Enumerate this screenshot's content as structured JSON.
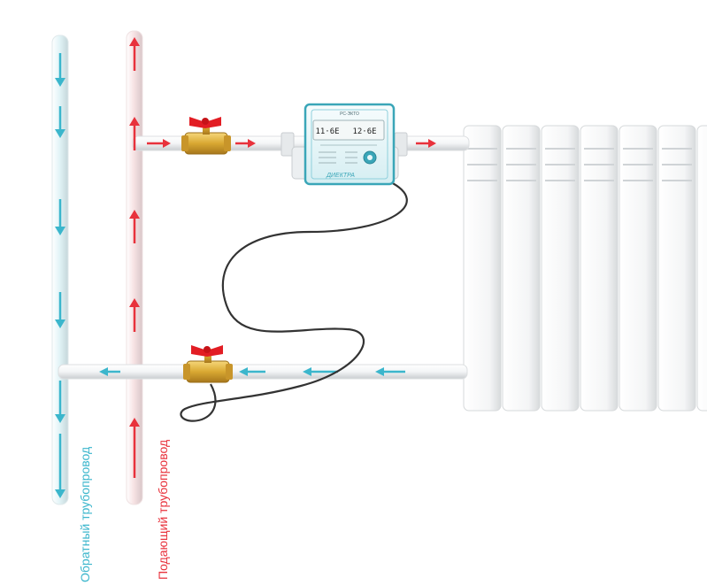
{
  "labels": {
    "return_pipe": "Обратный трубопровод",
    "supply_pipe": "Подающий трубопровод"
  },
  "meter": {
    "model": "РС-ЭКТО",
    "display_left": "11·6Е",
    "display_right": "12·6Е",
    "brand": "ДИЕКТРА"
  },
  "colors": {
    "supply": "#e8323c",
    "return": "#3bb6cc",
    "valve_body": "#d9a832",
    "valve_handle": "#e21d24",
    "meter_frame": "#3aa6b8",
    "cable": "#333333"
  },
  "icons": {
    "flow_arrow": "arrow-icon",
    "valve": "ball-valve-icon"
  }
}
